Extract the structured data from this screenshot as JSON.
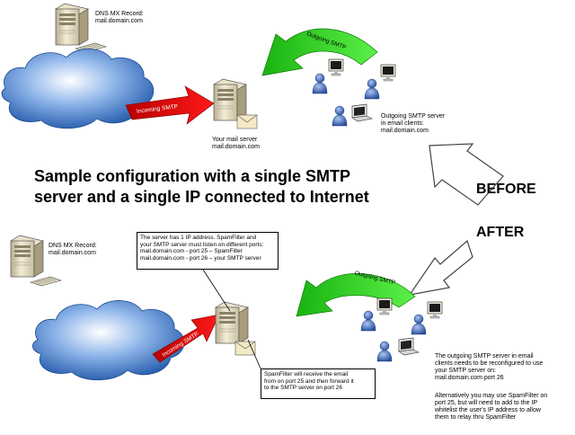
{
  "before": {
    "dns_label": "DNS MX Record:",
    "dns_host": "mail.domain.com",
    "incoming_label": "Incoming SMTP",
    "outgoing_label": "Outgoing SMTP",
    "server_label": "Your mail server",
    "server_host": "mail.domain.com",
    "clients_note": "Outgoing SMTP server\nin email clients:\nmail.domain.com"
  },
  "title": "Sample configuration with a single SMTP\nserver and a single IP connected to Internet",
  "labels": {
    "before": "BEFORE",
    "after": "AFTER"
  },
  "after": {
    "dns_label": "DNS MX Record:",
    "dns_host": "mail.domain.com",
    "incoming_label": "Incoming SMTP",
    "outgoing_label": "Outgoing SMTP",
    "server_note": "The server has 1 IP address. SpamFilter and\nyour SMTP server must listen on different ports:\nmail.domain.com - port 25 – SpamFilter\nmail.domain.com - port 26 – your SMTP server",
    "spamfilter_note": "SpamFilter will receive the email\nfrom on port 25 and then forward it\nto the SMTP server on port 26",
    "clients_note": "The outgoing SMTP server in email\nclients needs to be reconfigured to use\nyour SMTP server on:\nmail.domain.com port 26",
    "alt_note": "Alternatively you may use SpamFilter on\nport 25, but will need to add to the IP\nwhitelist the user's IP address to allow\nthem to relay thru SpamFilter"
  },
  "colors": {
    "incoming": "#ff0000",
    "outgoing": "#33dd22",
    "cloud": "#2f6fc4",
    "person": "#3a63b0"
  }
}
